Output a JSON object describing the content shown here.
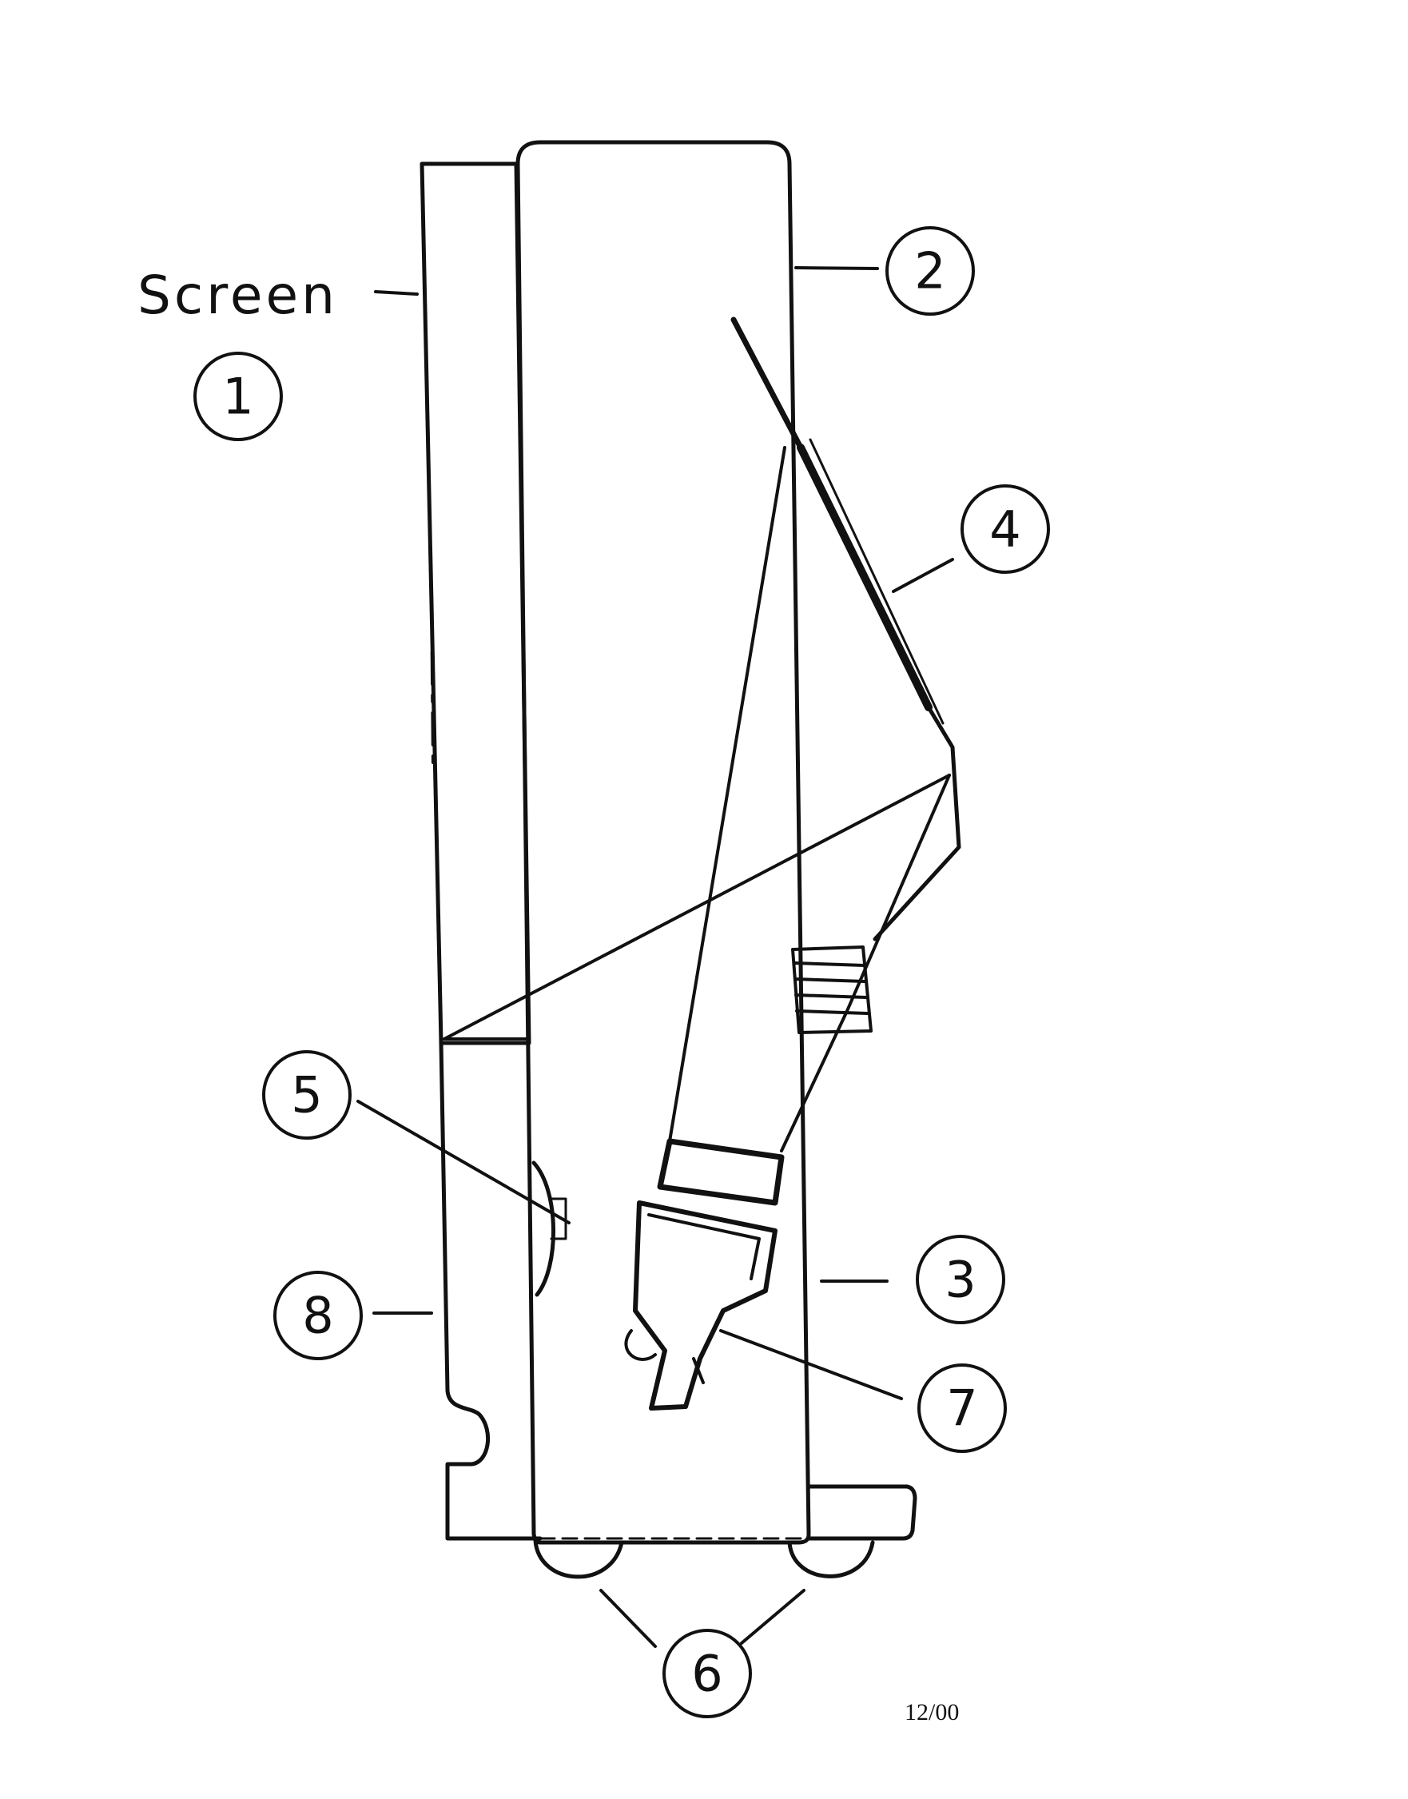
{
  "labels": {
    "screen": "Screen",
    "date": "12/00"
  },
  "callouts": [
    {
      "number": "1"
    },
    {
      "number": "2"
    },
    {
      "number": "3"
    },
    {
      "number": "4"
    },
    {
      "number": "5"
    },
    {
      "number": "6"
    },
    {
      "number": "7"
    },
    {
      "number": "8"
    }
  ]
}
